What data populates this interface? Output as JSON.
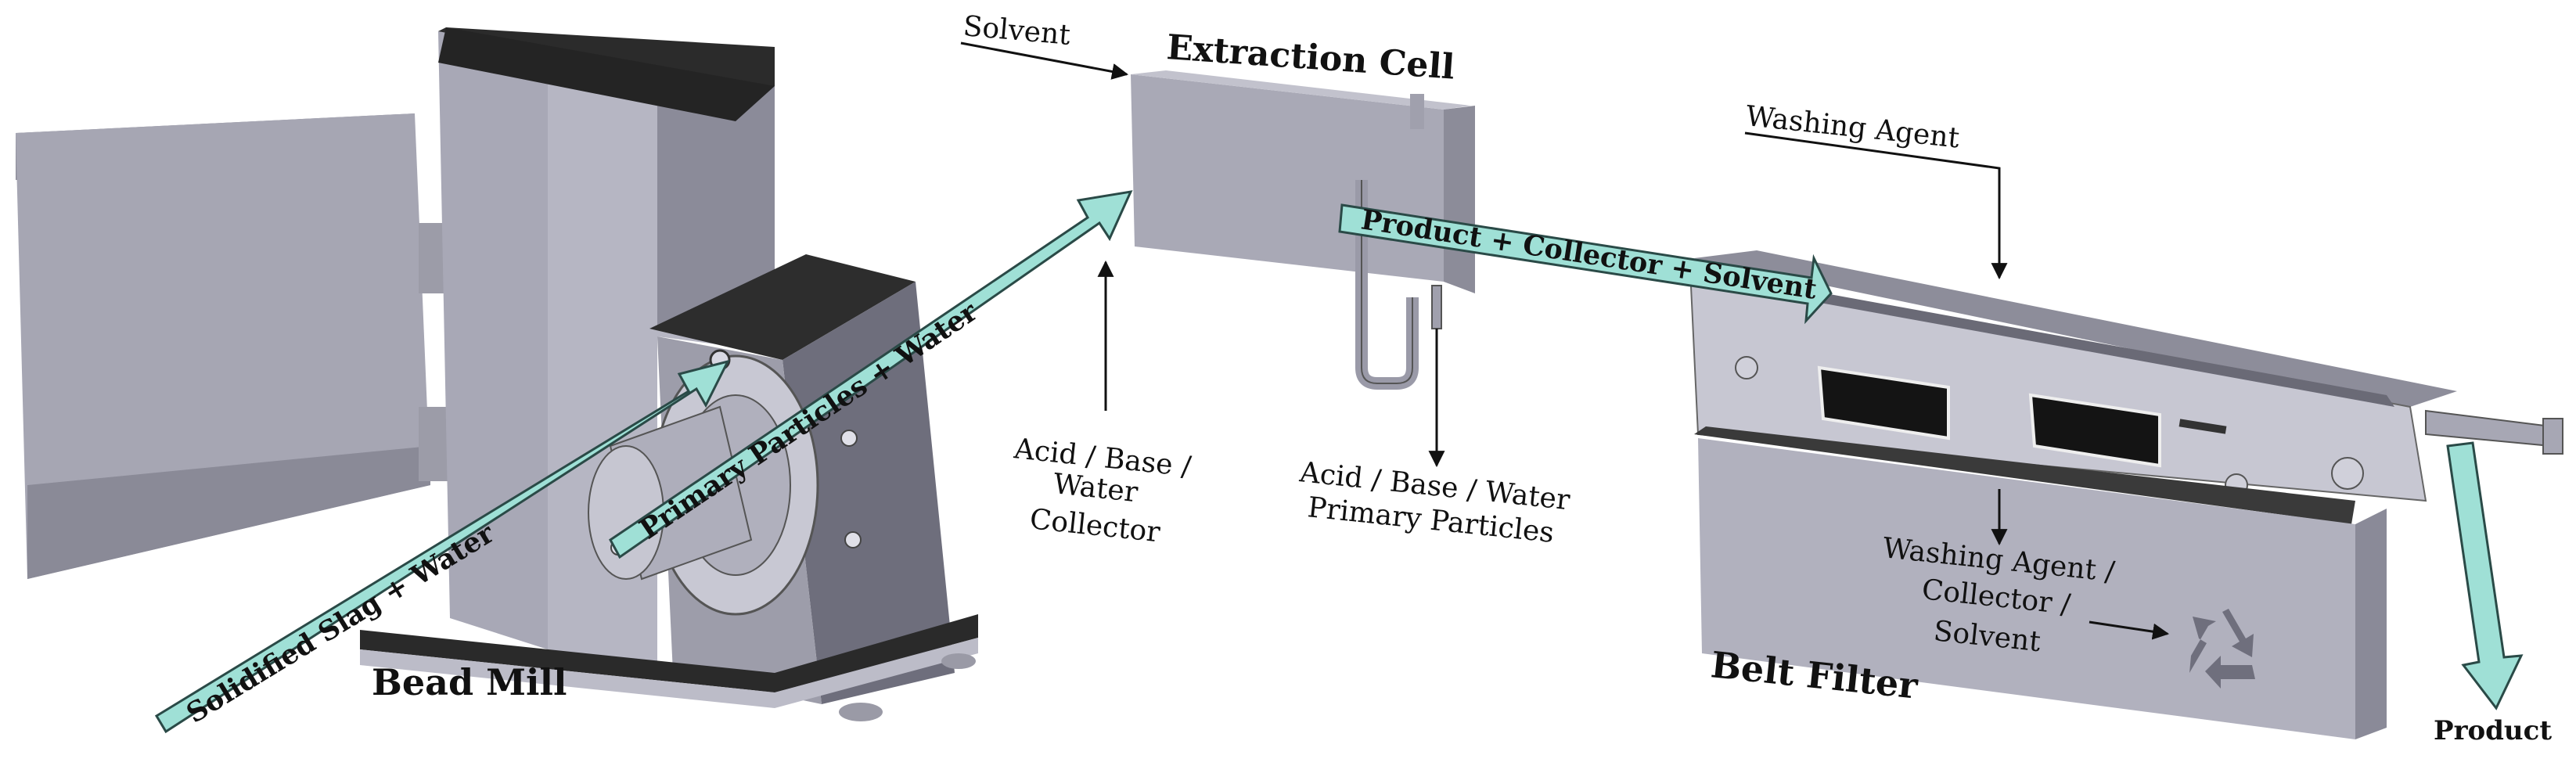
{
  "titles": {
    "bead_mill": "Bead Mill",
    "extraction_cell": "Extraction Cell",
    "belt_filter": "Belt Filter",
    "product": "Product"
  },
  "streams": {
    "slag_water": "Solidified Slag + Water",
    "primary_water": "Primary Particles + Water",
    "product_collector_solvent": "Product + Collector + Solvent"
  },
  "labels": {
    "solvent": "Solvent",
    "washing_agent": "Washing Agent",
    "acid_base_water_collector": [
      "Acid / Base /",
      "Water",
      "Collector"
    ],
    "acid_base_water_primary": [
      "Acid / Base / Water",
      "Primary Particles"
    ],
    "washing_collector_solvent": [
      "Washing Agent /",
      "Collector /",
      "Solvent"
    ]
  },
  "colors": {
    "stream_arrow": "#9fe0d6",
    "stream_outline": "#2a4a47",
    "machine_light": "#c3c3ce",
    "machine_mid": "#a9a9b6",
    "machine_dark": "#7d7d8c",
    "machine_black": "#2b2b2b"
  },
  "icons": [
    "recycle-icon"
  ]
}
